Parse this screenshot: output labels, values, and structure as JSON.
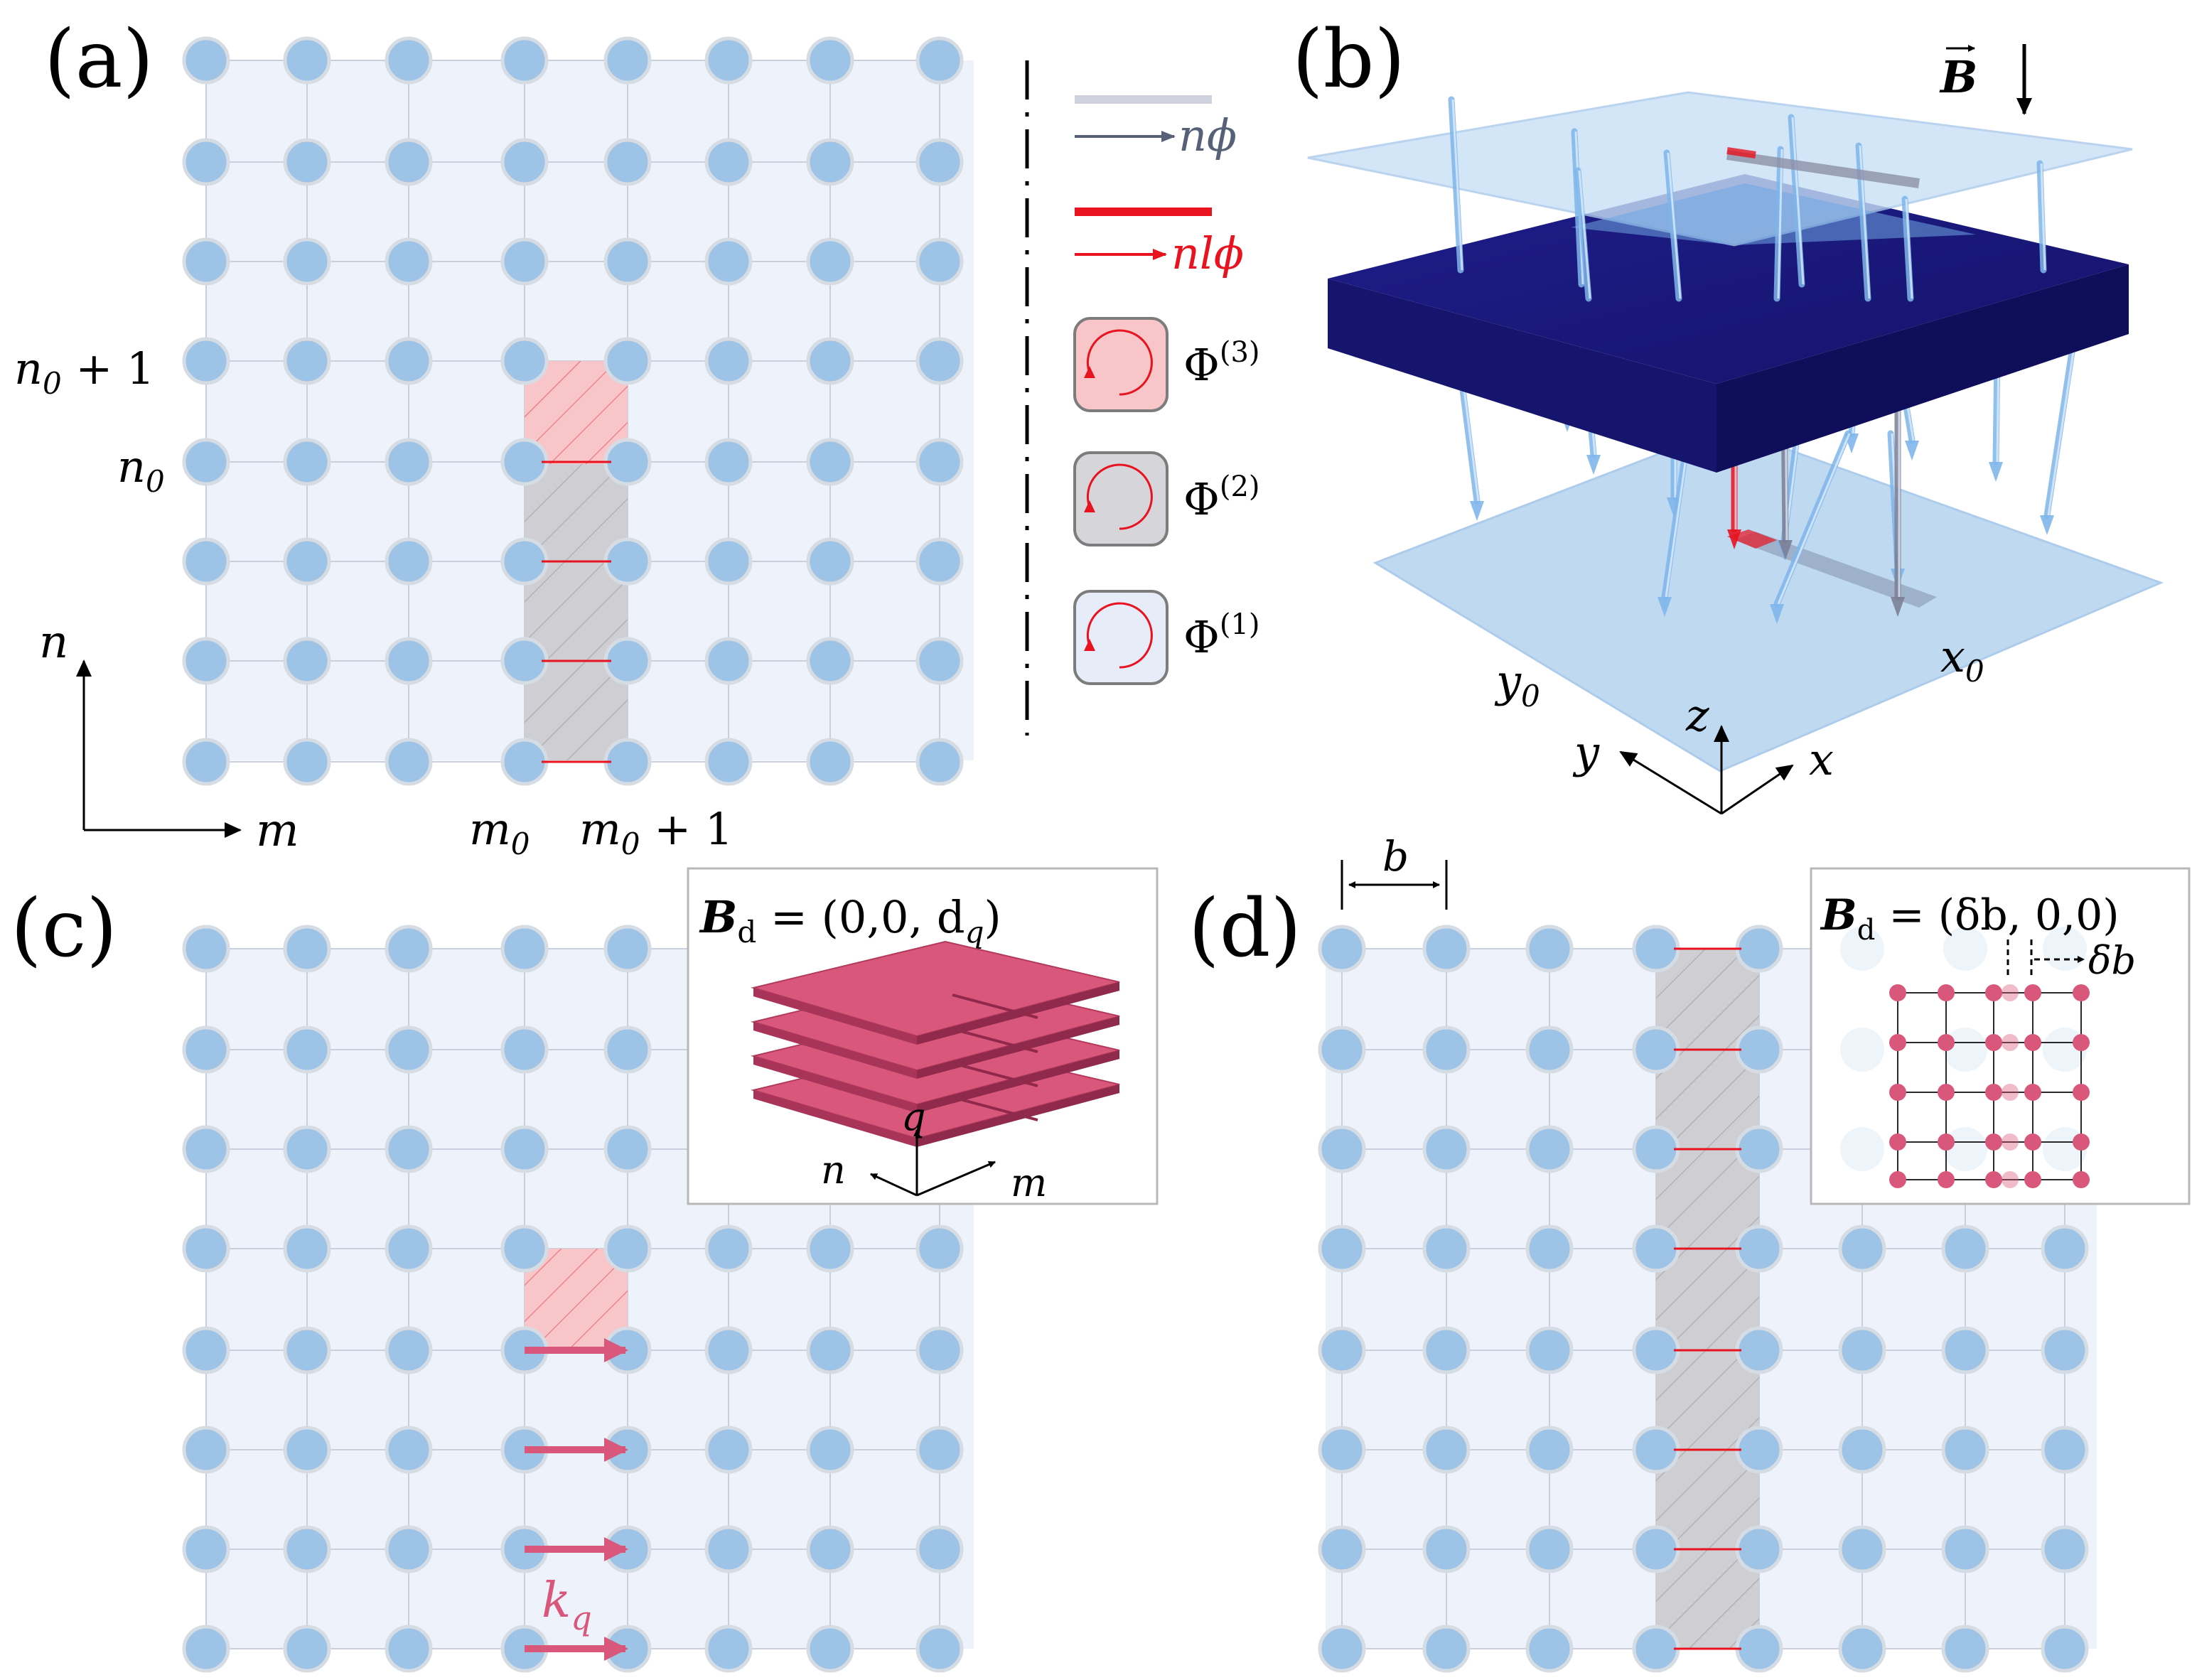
{
  "panels": {
    "a": {
      "label": "(a)",
      "row_labels": {
        "n0": "n",
        "n0_sub": "0",
        "n0p1": "n",
        "n0p1_sub": "0",
        "n0p1_suffix": " + 1"
      },
      "col_labels": {
        "m0": "m",
        "m0_sub": "0",
        "m0p1": "m",
        "m0p1_sub": "0",
        "m0p1_suffix": " + 1"
      },
      "axes": {
        "vertical": "n",
        "horizontal": "m"
      },
      "legend": {
        "grey_arrow": "nϕ",
        "red_arrow": "nlϕ",
        "flux3": "Φ",
        "flux3_sup": "(3)",
        "flux2": "Φ",
        "flux2_sup": "(2)",
        "flux1": "Φ",
        "flux1_sup": "(1)"
      }
    },
    "b": {
      "label": "(b)",
      "field": "B",
      "axes": {
        "x": "x",
        "y": "y",
        "z": "z"
      },
      "x0": "x",
      "x0_sub": "0",
      "y0": "y",
      "y0_sub": "0"
    },
    "c": {
      "label": "(c)",
      "inset_title": "B",
      "inset_title_sub": "d",
      "inset_value": " = (0,0, d",
      "inset_value_sub": "q",
      "inset_value_end": ")",
      "inset_axes": {
        "q": "q",
        "n": "n",
        "m": "m"
      },
      "wavevector": "k",
      "wavevector_sub": "q"
    },
    "d": {
      "label": "(d)",
      "spacing": "b",
      "inset_title": "B",
      "inset_title_sub": "d",
      "inset_value": " = (δb, 0,0)",
      "inset_shift": "δb"
    }
  },
  "colors": {
    "site": "#9dc3e6",
    "site_stroke": "#d6dce4",
    "bond": "#c9cfdd",
    "panel_fill": "#eef3fb",
    "red": "#e8131f",
    "pink": "#d9577a",
    "flux3_fill": "#f8c5c8",
    "flux2_fill": "#cfcfd3",
    "slab": "#1b1a7a"
  }
}
